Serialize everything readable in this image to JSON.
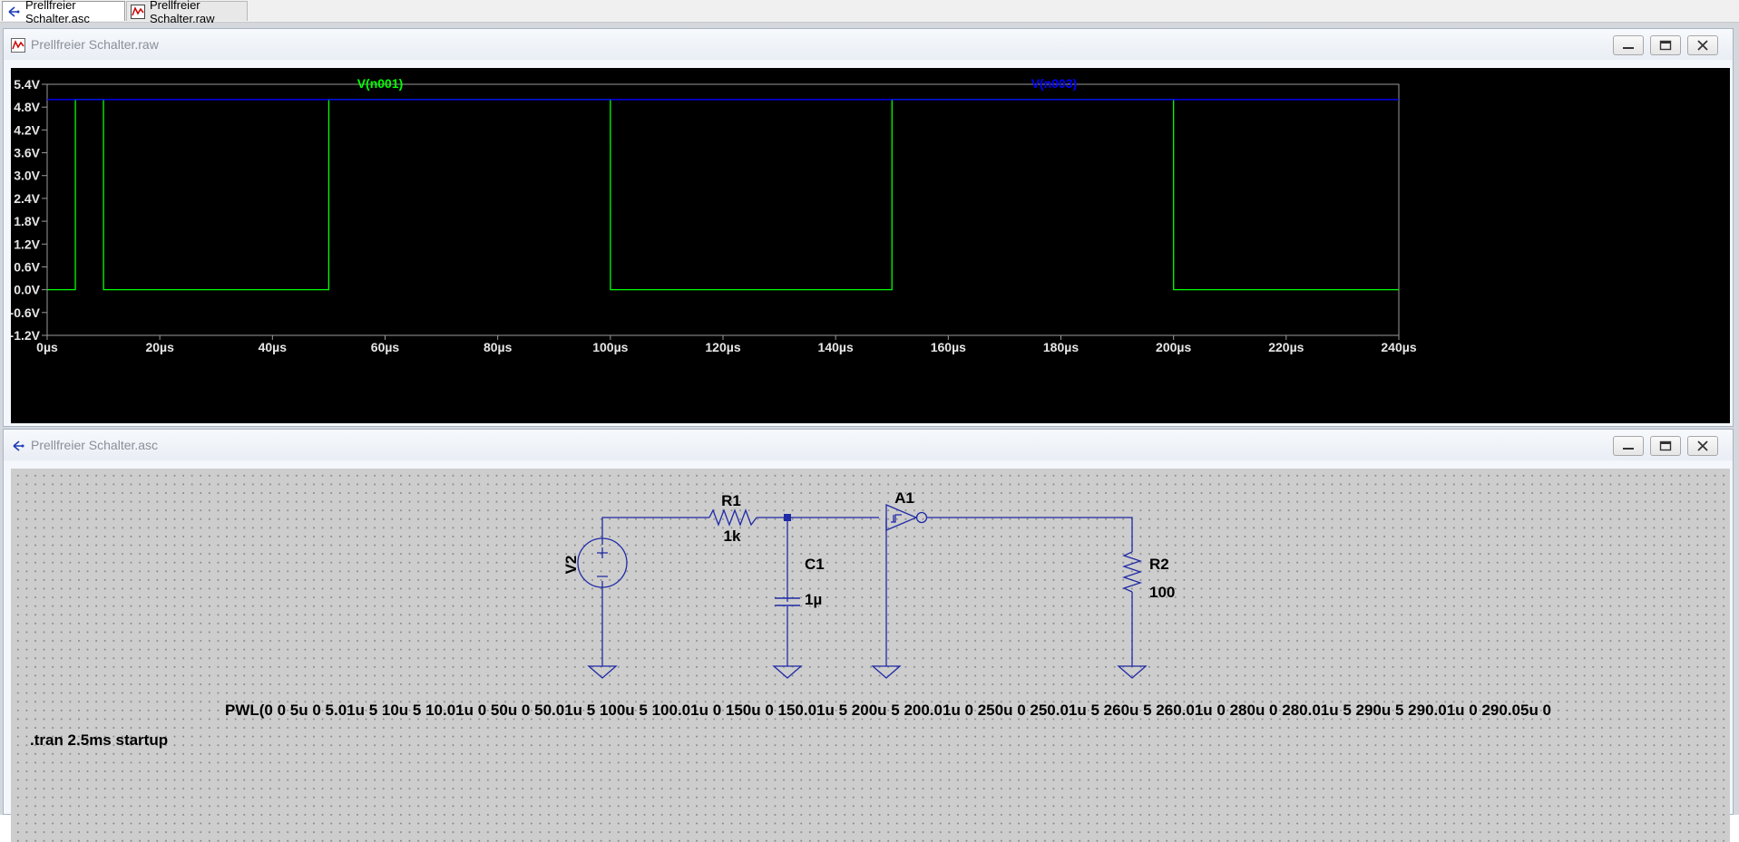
{
  "tabs": [
    {
      "label": "Prellfreier Schalter.asc",
      "icon": "schematic-icon",
      "active": true
    },
    {
      "label": "Prellfreier Schalter.raw",
      "icon": "waveform-icon",
      "active": false
    }
  ],
  "waveform_window": {
    "title": "Prellfreier Schalter.raw",
    "traces": [
      {
        "name": "V(n001)",
        "color": "#00ff00"
      },
      {
        "name": "V(n003)",
        "color": "#0000ff"
      }
    ]
  },
  "schematic_window": {
    "title": "Prellfreier Schalter.asc",
    "components": {
      "v2": {
        "ref": "V2"
      },
      "r1": {
        "ref": "R1",
        "value": "1k"
      },
      "c1": {
        "ref": "C1",
        "value": "1µ"
      },
      "a1": {
        "ref": "A1"
      },
      "r2": {
        "ref": "R2",
        "value": "100"
      }
    },
    "pwl_text": "PWL(0 0 5u 0 5.01u 5 10u 5 10.01u 0 50u 0 50.01u 5 100u 5 100.01u 0 150u 0 150.01u 5 200u 5 200.01u 0 250u 0 250.01u 5 260u 5 260.01u 0 280u 0 280.01u 5 290u 5 290.01u 0 290.05u 0",
    "directive": ".tran 2.5ms startup",
    "wire_color": "#1f2aa6"
  },
  "chart_data": {
    "type": "line",
    "title": "",
    "xlabel": "",
    "ylabel": "",
    "xlim": [
      0,
      240
    ],
    "ylim": [
      -1.2,
      5.4
    ],
    "x_ticks": [
      "0µs",
      "20µs",
      "40µs",
      "60µs",
      "80µs",
      "100µs",
      "120µs",
      "140µs",
      "160µs",
      "180µs",
      "200µs",
      "220µs",
      "240µs"
    ],
    "y_ticks": [
      "5.4V",
      "4.8V",
      "4.2V",
      "3.6V",
      "3.0V",
      "2.4V",
      "1.8V",
      "1.2V",
      "0.6V",
      "0.0V",
      "-0.6V",
      "-1.2V"
    ],
    "x_tick_values": [
      0,
      20,
      40,
      60,
      80,
      100,
      120,
      140,
      160,
      180,
      200,
      220,
      240
    ],
    "y_tick_values": [
      5.4,
      4.8,
      4.2,
      3.6,
      3.0,
      2.4,
      1.8,
      1.2,
      0.6,
      0.0,
      -0.6,
      -1.2
    ],
    "background": "#000000",
    "series": [
      {
        "name": "V(n001)",
        "color": "#00ff00",
        "x": [
          0,
          5,
          5.01,
          10,
          10.01,
          50,
          50.01,
          100,
          100.01,
          150,
          150.01,
          200,
          200.01,
          240
        ],
        "y": [
          0,
          0,
          5,
          5,
          0,
          0,
          5,
          5,
          0,
          0,
          5,
          5,
          0,
          0
        ]
      },
      {
        "name": "V(n003)",
        "color": "#0000ff",
        "x": [
          0,
          240
        ],
        "y": [
          5,
          5
        ]
      }
    ]
  }
}
